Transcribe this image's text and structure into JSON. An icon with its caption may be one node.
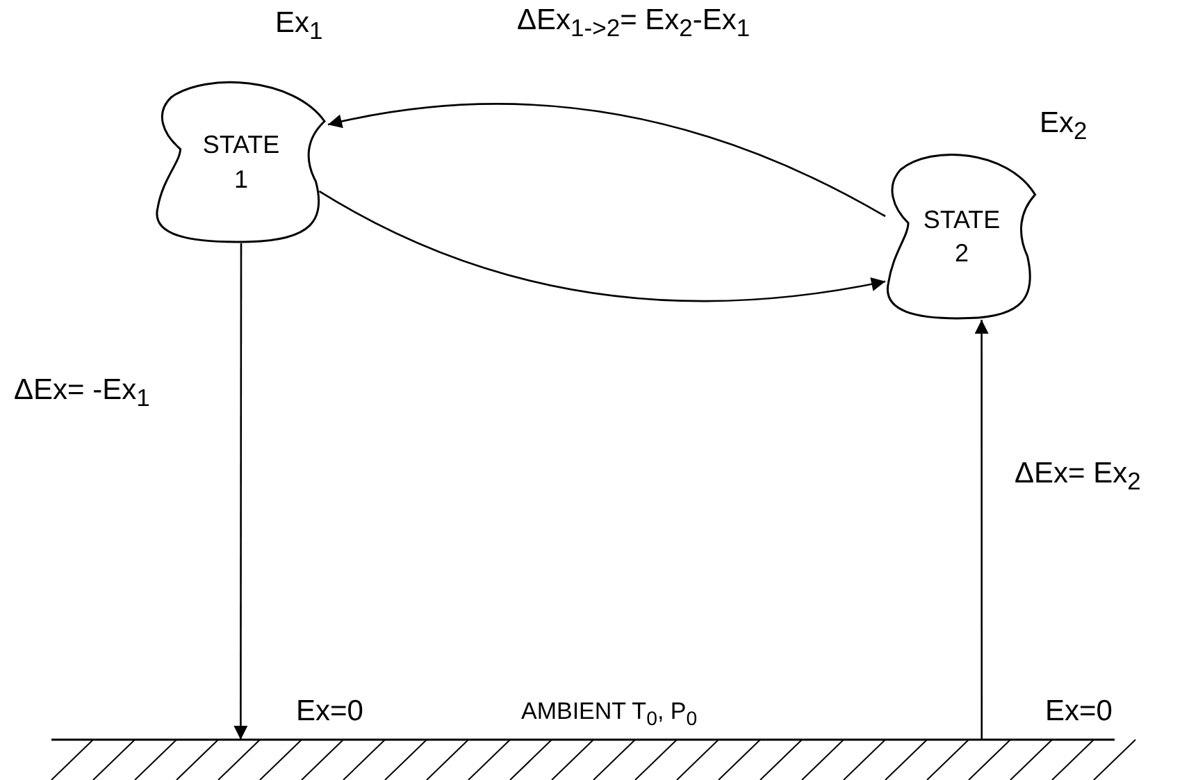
{
  "diagram": {
    "nodes": [
      {
        "text": [
          "STATE 1"
        ],
        "beside": [
          "Ex$_{1}$"
        ]
      },
      {
        "text": [
          "STATE 2"
        ],
        "beside": [
          "Ex$_{2}$"
        ]
      },
      {
        "text": [],
        "shape": "bar"
      }
    ],
    "edges": [
      {
        "from": 1,
        "to": 0,
        "arrow": "to",
        "label": "ΔEx$_{1->2}$= Ex$_{2}$-Ex$_{1}$"
      },
      {
        "from": 0,
        "to": 1,
        "arrow": "to"
      },
      {
        "from": 0,
        "to": 2,
        "arrow": "to",
        "label": "ΔEx= -Ex$_{1}$"
      },
      {
        "from": 2,
        "to": 1,
        "arrow": "to",
        "label": "ΔEx= Ex$_{2}$"
      }
    ],
    "labels": [
      "Ex=0",
      "AMBIENT  T$_{0}$, P$_{0}$",
      "Ex=0"
    ]
  }
}
